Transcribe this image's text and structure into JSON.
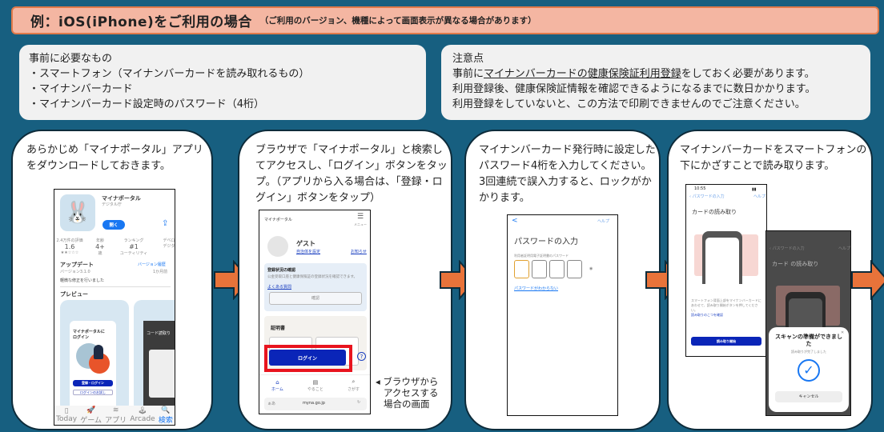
{
  "header": {
    "title": "例：iOS(iPhone)をご利用の場合",
    "note": "（ご利用のバージョン、機種によって画面表示が異なる場合があります）"
  },
  "requirements": {
    "heading": "事前に必要なもの",
    "items": [
      "・スマートフォン（マイナンバーカードを読み取れるもの）",
      "・マイナンバーカード",
      "・マイナンバーカード設定時のパスワード（4桁）"
    ]
  },
  "notes": {
    "heading": "注意点",
    "line1_prefix": "事前に",
    "line1_underlined": "マイナンバーカードの健康保険証利用登録",
    "line1_suffix": "をしておく必要があります。",
    "line2": "利用登録後、健康保険証情報を確認できるようになるまでに数日かかります。",
    "line3": "利用登録をしていないと、この方法で印刷できませんのでご注意ください。"
  },
  "colors": {
    "background": "#175f80",
    "title_bg": "#f4b6a2",
    "title_border": "#e07a4a",
    "arrow": "#e8733a",
    "login_highlight": "#e8141e",
    "primary_blue": "#0a25b8"
  },
  "steps": [
    {
      "text": "あらかじめ「マイナポータル」アプリをダウンロードしておきます。",
      "screen": {
        "app_name": "マイナポータル",
        "developer": "デジタル庁",
        "open_button": "開く",
        "stats": [
          {
            "label": "2.4万件の評価",
            "value": "1.6",
            "sub": "★★☆☆☆"
          },
          {
            "label": "年齢",
            "value": "4+",
            "sub": "歳"
          },
          {
            "label": "ランキング",
            "value": "#1",
            "sub": "ユーティリティ"
          },
          {
            "label": "デベロ",
            "value": "",
            "sub": "デジタ"
          }
        ],
        "update_heading": "アップデート",
        "version_history": "バージョン履歴",
        "version": "バージョン3.1.0",
        "updated_ago": "1か月前",
        "update_note": "軽微な修正を行いました",
        "preview_heading": "プレビュー",
        "preview1_title": "マイナポータルにログイン",
        "preview1_button": "登録・ログイン",
        "preview1_button2": "ログインのお試し",
        "preview2_title": "コード読取り",
        "tabs": [
          "Today",
          "ゲーム",
          "アプリ",
          "Arcade",
          "検索"
        ]
      }
    },
    {
      "text": "ブラウザで「マイナポータル」と検索してアクセスし、「ログイン」ボタンをタップ。（アプリから入る場合は、「登録・ログイン」ボタンをタップ）",
      "screen": {
        "site_title": "マイナポータル",
        "menu_label": "メニュー",
        "user_name": "ゲスト",
        "municipality_link": "自治体を設定",
        "notice_link": "お知らせ",
        "status_heading": "登録状況の確認",
        "status_body": "公金受取口座と健康保険証の登録状況を確認できます。",
        "faq_link": "よくある質問",
        "confirm_button": "確認",
        "certificate_heading": "証明書",
        "login_button": "ログイン",
        "nav": [
          "ホーム",
          "やること",
          "さがす"
        ],
        "url_prefix": "ぁあ",
        "url": "myna.go.jp"
      },
      "callout": "◂ ブラウザから\nアクセスする\n場合の画面",
      "callout_lines": [
        "◂ ブラウザから",
        "アクセスする",
        "場合の画面"
      ]
    },
    {
      "text": "マイナンバーカード発行時に設定したパスワード4桁を入力してください。3回連続で誤入力すると、ロックがかかります。",
      "screen": {
        "back": "<",
        "help": "ヘルプ",
        "heading": "パスワードの入力",
        "field_label": "利用者証明用電子証明書のパスワード",
        "forgot_link": "パスワードがわからない"
      }
    },
    {
      "text": "マイナンバーカードをスマートフォンの下にかざすことで読み取ります。",
      "screen": {
        "time": "10:55",
        "back_label": "パスワードの入力",
        "help": "ヘルプ",
        "heading": "カードの読み取り",
        "instruction": "スマートフォン背面上部をマイナンバーカードにあわせて、読み取り開始ボタンを押してください。",
        "tips_link": "読み取りのこつを確認",
        "start_button": "読み取り開始",
        "overlay_heading": "カード の読み取り",
        "scan_ready": "スキャンの準備ができました",
        "scan_sub": "読み取りが完了しました",
        "cancel_button": "キャンセル"
      }
    }
  ]
}
